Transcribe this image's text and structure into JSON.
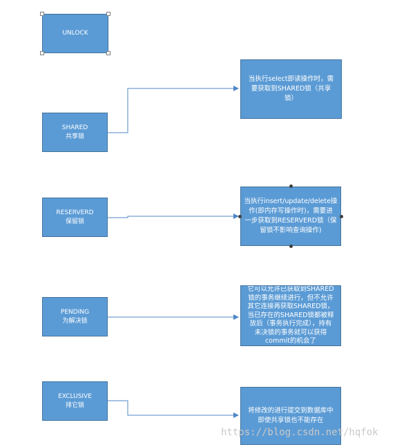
{
  "colors": {
    "box_fill": "#5b9bd5",
    "box_border": "#41719c",
    "connector": "#4f87c7",
    "text": "#ffffff"
  },
  "states": [
    {
      "id": "unlock",
      "label": "UNLOCK"
    },
    {
      "id": "shared",
      "label": "SHARED\n共享锁"
    },
    {
      "id": "reserved",
      "label": "RESERVERD\n保留锁"
    },
    {
      "id": "pending",
      "label": "PENDING\n为解决锁"
    },
    {
      "id": "exclusive",
      "label": "EXCLUSIVE\n排它锁"
    }
  ],
  "descriptions": [
    {
      "id": "shared",
      "text": "当执行select即读操作时，需\n要获取到SHARED锁（共享\n锁）"
    },
    {
      "id": "reserved",
      "text": "当执行insert/update/delete操\n作(即内存写操作时)，需要进\n一步获取到RESERVERD锁（保\n留锁不影响查询操作)"
    },
    {
      "id": "pending",
      "text": "它可以允许已获取到SHARED\n锁的事务继续进行，但不允许\n其它连接再获取SHARED锁，\n当已存在的SHARED锁都被释\n放后（事务执行完成），持有\n未决锁的事务就可以获得\ncommit的机会了"
    },
    {
      "id": "exclusive",
      "text": "将修改的进行提交到数据库中\n即使共享锁也不能存在"
    }
  ],
  "watermark": "https://blog.csdn.net/hqfok"
}
